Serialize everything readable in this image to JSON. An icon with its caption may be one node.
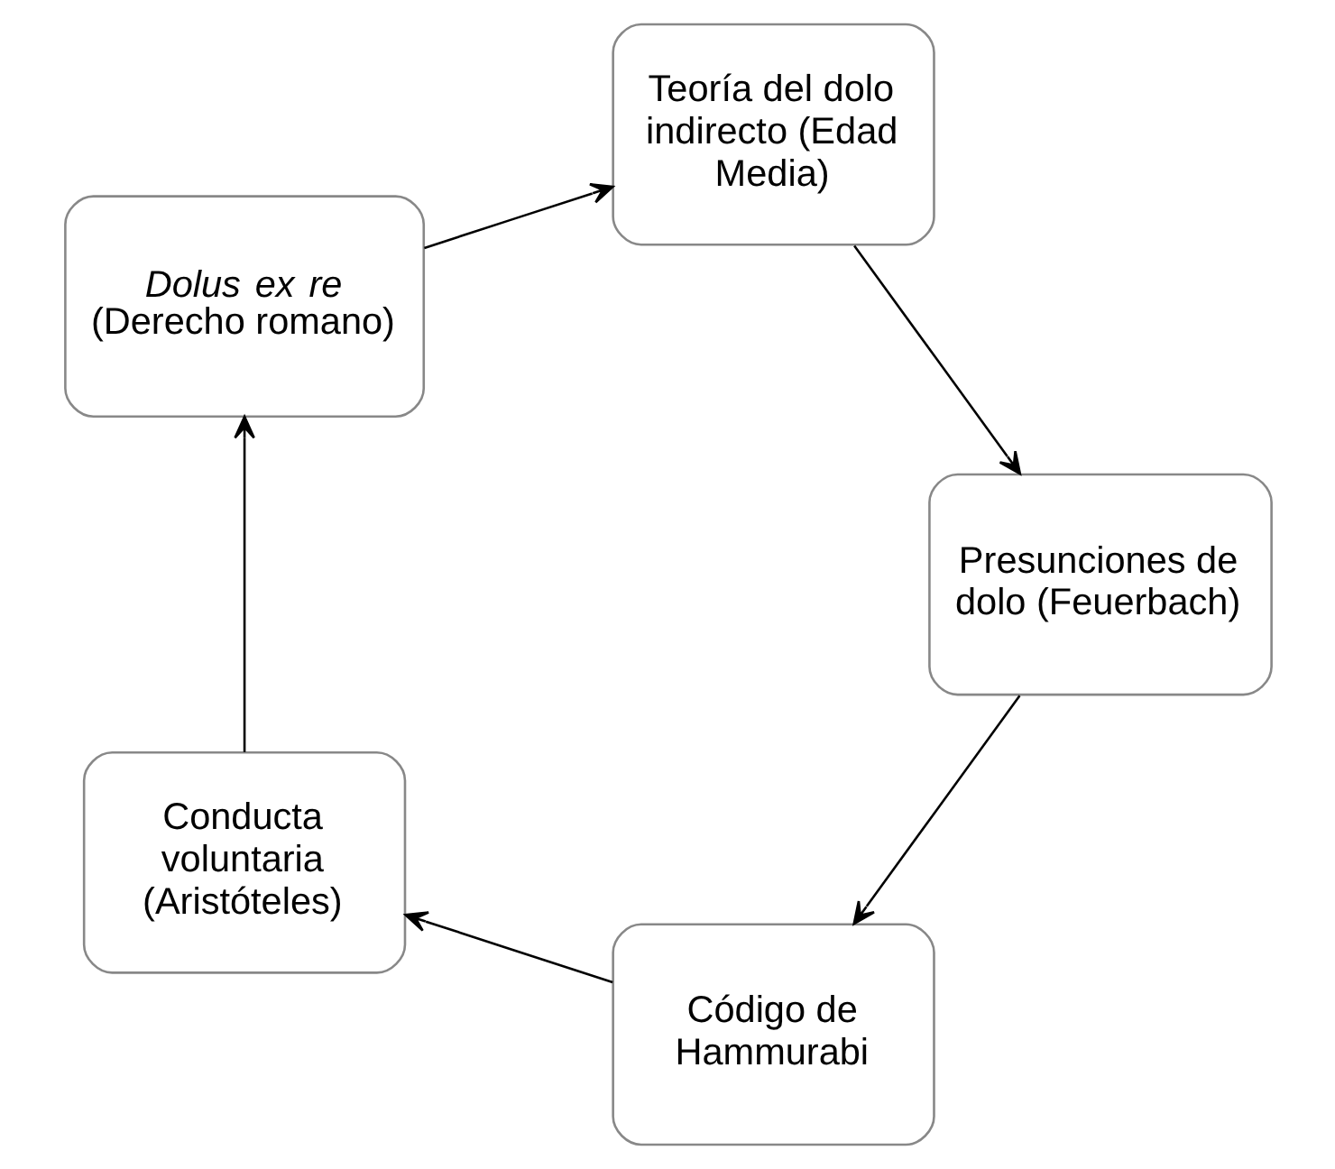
{
  "diagram": {
    "nodes": [
      {
        "text": [
          "Código de Hammurabi"
        ]
      },
      {
        "text": [
          "Conducta voluntaria (Aristóteles)"
        ]
      },
      {
        "text": [
          "*Dolus ex re* (Derecho romano)"
        ]
      },
      {
        "text": [
          "Teoría del dolo indirecto (Edad Media)"
        ]
      },
      {
        "text": [
          "Presunciones de dolo (Feuerbach)"
        ]
      }
    ],
    "edges": [
      {
        "from": 0,
        "to": 1,
        "arrow": "to"
      },
      {
        "from": 1,
        "to": 2,
        "arrow": "to"
      },
      {
        "from": 2,
        "to": 3,
        "arrow": "to"
      },
      {
        "from": 3,
        "to": 4,
        "arrow": "to"
      },
      {
        "from": 4,
        "to": 0,
        "arrow": "to"
      }
    ]
  }
}
